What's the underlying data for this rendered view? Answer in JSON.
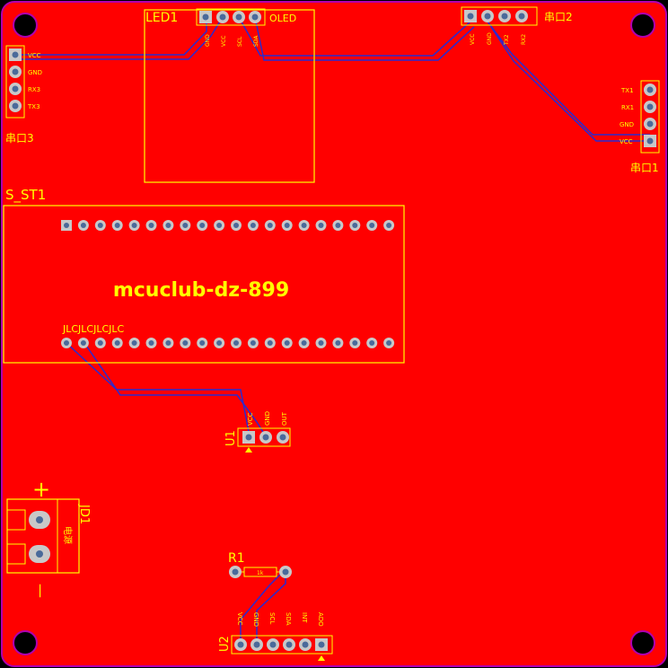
{
  "colors": {
    "board": "#ff0000",
    "board_edge": "#b000b0",
    "silk": "#ffff00",
    "trace": "#3030d0",
    "pad": "#c8c8c8",
    "pad_hole": "#4a6a9a",
    "mount_hole": "#000000"
  },
  "led1": {
    "ref": "LED1",
    "label": "OLED",
    "pins": [
      "GND",
      "VCC",
      "SCL",
      "SDA"
    ]
  },
  "uart2": {
    "ref": "串口2",
    "pins": [
      "VCC",
      "GND",
      "TX2",
      "RX2"
    ]
  },
  "uart3": {
    "ref": "串口3",
    "pins": [
      "VCC",
      "GND",
      "RX3",
      "TX3"
    ]
  },
  "uart1": {
    "ref": "串口1",
    "pins": [
      "TX1",
      "RX1",
      "GND",
      "VCC"
    ]
  },
  "board": {
    "ref": "S_ST1",
    "text": "mcuclub-dz-899",
    "subtext": "JLCJLCJLCJLC",
    "top_row_count": 20,
    "bottom_row_count": 20
  },
  "u1": {
    "ref": "U1",
    "pins": [
      "VCC",
      "GND",
      "OUT"
    ]
  },
  "jd1": {
    "ref": "JD1",
    "label": "电源",
    "plus": "+",
    "minus": "—"
  },
  "r1": {
    "ref": "R1",
    "value": "1k"
  },
  "u2": {
    "ref": "U2",
    "pins": [
      "VCC",
      "GND",
      "SCL",
      "SDA",
      "INT",
      "ADO"
    ]
  }
}
